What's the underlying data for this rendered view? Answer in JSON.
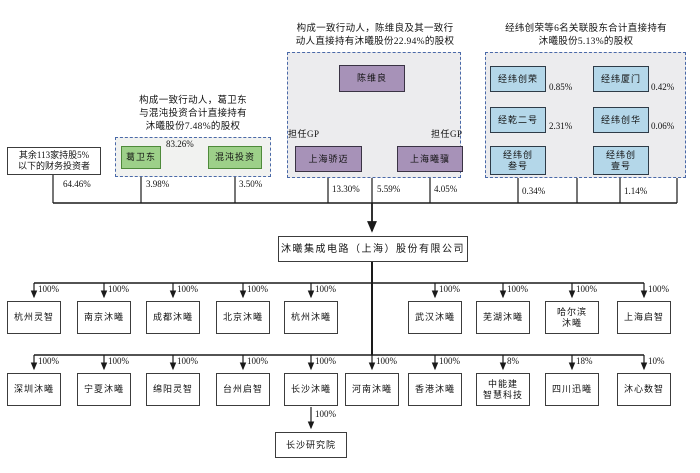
{
  "investors": {
    "name": "其余113家持股5%\n以下的财务投资者",
    "pct": "64.46%"
  },
  "green": {
    "caption": "构成一致行动人，葛卫东\n与混沌投资合计直接持有\n沐曦股份7.48%的股权",
    "a": {
      "name": "葛卫东",
      "pct": "3.98%"
    },
    "b": {
      "name": "混沌投资",
      "pct": "3.50%"
    },
    "link_pct": "83.26%"
  },
  "purple": {
    "caption": "构成一致行动人，陈维良及其一致行\n动人直接持有沐曦股份22.94%的股权",
    "gp": "担任GP",
    "top": {
      "name": "陈维良",
      "pct": "5.59%"
    },
    "left": {
      "name": "上海骄迈",
      "pct": "13.30%"
    },
    "right": {
      "name": "上海曦骥",
      "pct": "4.05%"
    }
  },
  "blue": {
    "caption": "经纬创荣等6名关联股东合计直接持有\n沐曦股份5.13%的股权",
    "c1": [
      {
        "name": "经纬创荣",
        "pct": "0.85%"
      },
      {
        "name": "经乾二号",
        "pct": "2.31%"
      },
      {
        "name": "经纬创\n叁号",
        "pct": "0.34%"
      }
    ],
    "c2": [
      {
        "name": "经纬厦门",
        "pct": "0.42%"
      },
      {
        "name": "经纬创华",
        "pct": "0.06%"
      },
      {
        "name": "经纬创\n壹号",
        "pct": "1.14%"
      }
    ]
  },
  "company": {
    "name": "沐曦集成电路（上海）股份有限公司"
  },
  "row1": [
    {
      "name": "杭州灵智",
      "pct": "100%"
    },
    {
      "name": "南京沐曦",
      "pct": "100%"
    },
    {
      "name": "成都沐曦",
      "pct": "100%"
    },
    {
      "name": "北京沐曦",
      "pct": "100%"
    },
    {
      "name": "杭州沐曦",
      "pct": "100%"
    },
    {
      "name": "武汉沐曦",
      "pct": "100%"
    },
    {
      "name": "芜湖沐曦",
      "pct": "100%"
    },
    {
      "name": "哈尔滨\n沐曦",
      "pct": "100%"
    },
    {
      "name": "上海启智",
      "pct": "100%"
    }
  ],
  "row2": [
    {
      "name": "深圳沐曦",
      "pct": "100%"
    },
    {
      "name": "宁夏沐曦",
      "pct": "100%"
    },
    {
      "name": "绵阳灵智",
      "pct": "100%"
    },
    {
      "name": "台州启智",
      "pct": "100%"
    },
    {
      "name": "长沙沐曦",
      "pct": "100%"
    },
    {
      "name": "河南沐曦",
      "pct": "100%"
    },
    {
      "name": "香港沐曦",
      "pct": "100%"
    },
    {
      "name": "中能建\n智慧科技",
      "pct": "8%"
    },
    {
      "name": "四川迅曦",
      "pct": "18%"
    },
    {
      "name": "沐心数智",
      "pct": "10%"
    }
  ],
  "row3": {
    "name": "长沙研究院",
    "pct": "100%"
  }
}
